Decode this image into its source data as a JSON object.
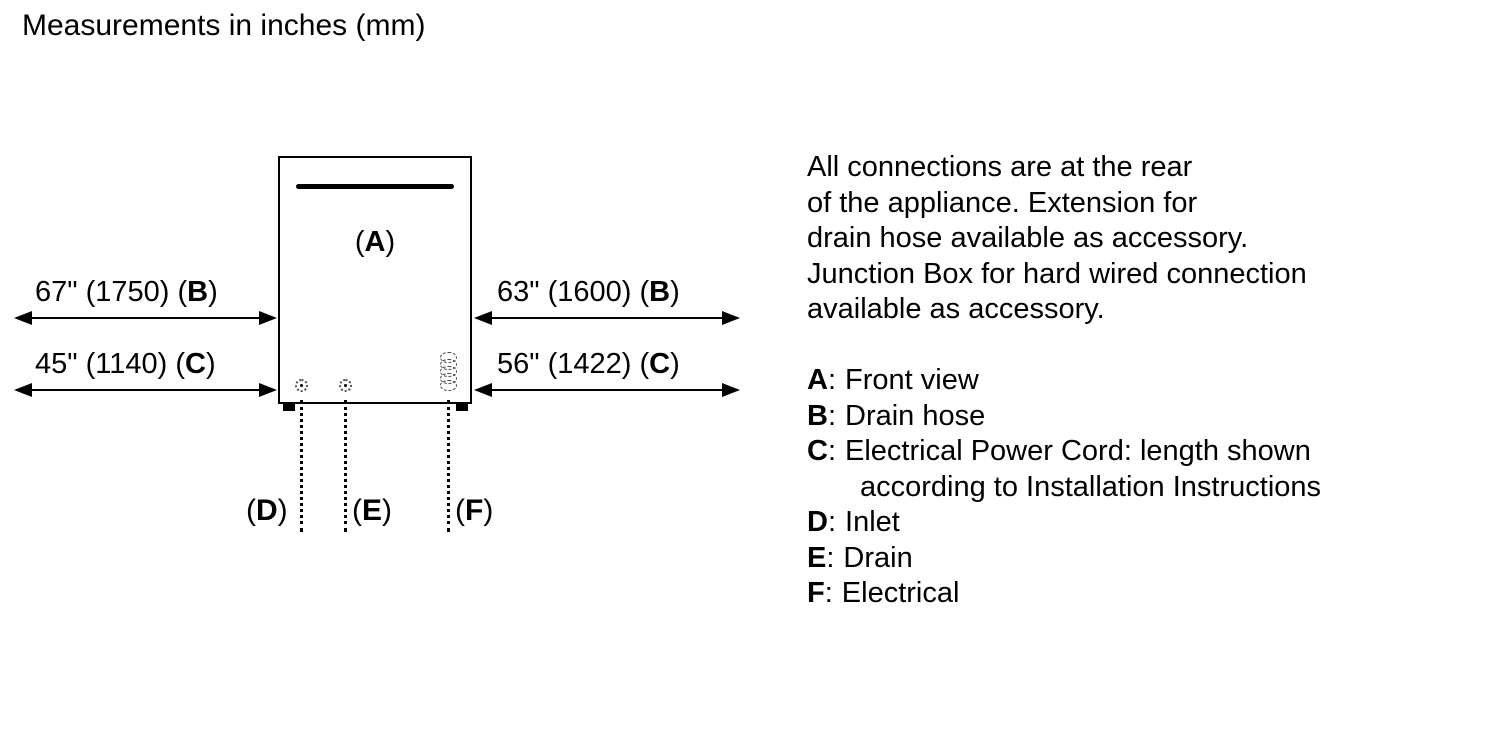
{
  "title": "Measurements in inches (mm)",
  "punct": {
    "open": "(",
    "close": ")",
    "colon": ":"
  },
  "diagram": {
    "appliance_ref": "A",
    "dimensions": {
      "left": [
        {
          "measurement": "67\" (1750)",
          "ref": "B"
        },
        {
          "measurement": "45\" (1140)",
          "ref": "C"
        }
      ],
      "right": [
        {
          "measurement": "63\" (1600)",
          "ref": "B"
        },
        {
          "measurement": "56\" (1422)",
          "ref": "C"
        }
      ]
    },
    "connectors": [
      {
        "ref": "D"
      },
      {
        "ref": "E"
      },
      {
        "ref": "F"
      }
    ]
  },
  "notes": {
    "lines": [
      "All connections are at the rear",
      "of the appliance. Extension for",
      "drain hose available as accessory.",
      "Junction Box for hard wired connection",
      "available as accessory."
    ]
  },
  "legend": [
    {
      "key": "A",
      "text": "Front view"
    },
    {
      "key": "B",
      "text": "Drain hose"
    },
    {
      "key": "C",
      "text": "Electrical Power Cord: length shown",
      "text2": "according to Installation Instructions"
    },
    {
      "key": "D",
      "text": "Inlet"
    },
    {
      "key": "E",
      "text": "Drain"
    },
    {
      "key": "F",
      "text": "Electrical"
    }
  ]
}
